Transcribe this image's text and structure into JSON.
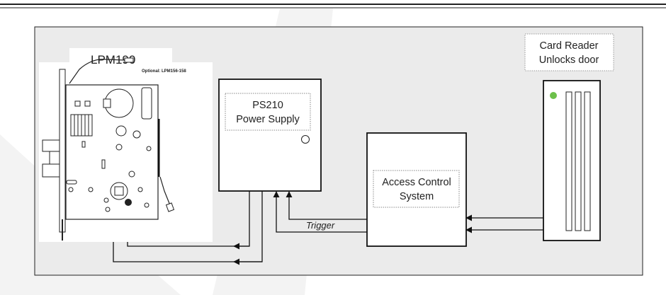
{
  "lock": {
    "model_label": "LPM190",
    "optional_label": "Optional: LPM156-158"
  },
  "power_supply": {
    "line1": "PS210",
    "line2": "Power Supply"
  },
  "access_control": {
    "line1": "Access Control",
    "line2": "System"
  },
  "card_reader": {
    "line1": "Card Reader",
    "line2": "Unlocks door",
    "indicator_color": "#6cc04a"
  },
  "trigger_label": "Trigger",
  "colors": {
    "panel_bg": "#ebebeb",
    "line": "#111111",
    "swoosh": "#f3f3f3"
  }
}
